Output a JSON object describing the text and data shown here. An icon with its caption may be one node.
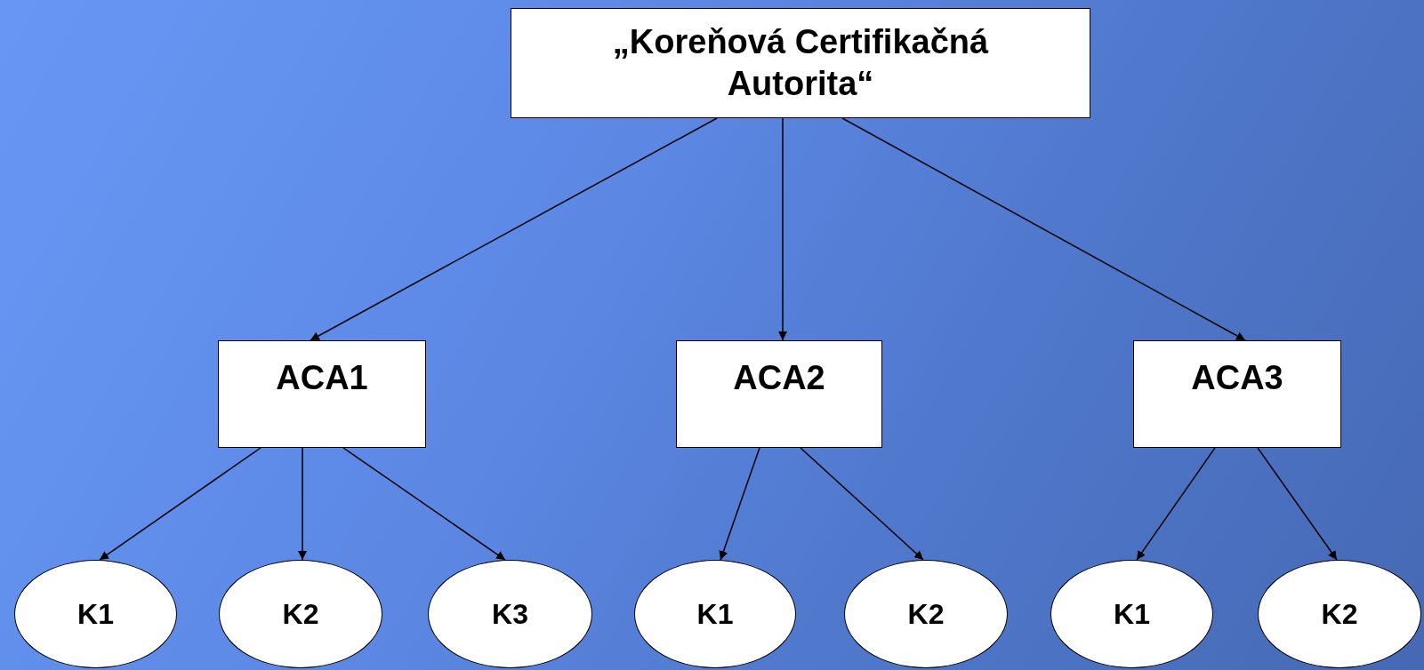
{
  "diagram": {
    "nodes": [
      {
        "text": [
          "„Koreňová Certifikačná Autorita“"
        ]
      },
      {
        "text": [
          "ACA1"
        ]
      },
      {
        "text": [
          "ACA2"
        ]
      },
      {
        "text": [
          "ACA3"
        ]
      },
      {
        "text": [
          "K1"
        ]
      },
      {
        "text": [
          "K2"
        ]
      },
      {
        "text": [
          "K3"
        ]
      },
      {
        "text": [
          "K1"
        ]
      },
      {
        "text": [
          "K2"
        ]
      },
      {
        "text": [
          "K1"
        ]
      },
      {
        "text": [
          "K2"
        ]
      }
    ],
    "edges": [
      {
        "from": 0,
        "to": 1,
        "arrow": "to"
      },
      {
        "from": 0,
        "to": 2,
        "arrow": "to"
      },
      {
        "from": 0,
        "to": 3,
        "arrow": "to"
      },
      {
        "from": 1,
        "to": 4,
        "arrow": "to"
      },
      {
        "from": 1,
        "to": 5,
        "arrow": "to"
      },
      {
        "from": 1,
        "to": 6,
        "arrow": "to"
      },
      {
        "from": 2,
        "to": 7,
        "arrow": "to"
      },
      {
        "from": 2,
        "to": 8,
        "arrow": "to"
      },
      {
        "from": 3,
        "to": 9,
        "arrow": "to"
      },
      {
        "from": 3,
        "to": 10,
        "arrow": "to"
      }
    ]
  }
}
